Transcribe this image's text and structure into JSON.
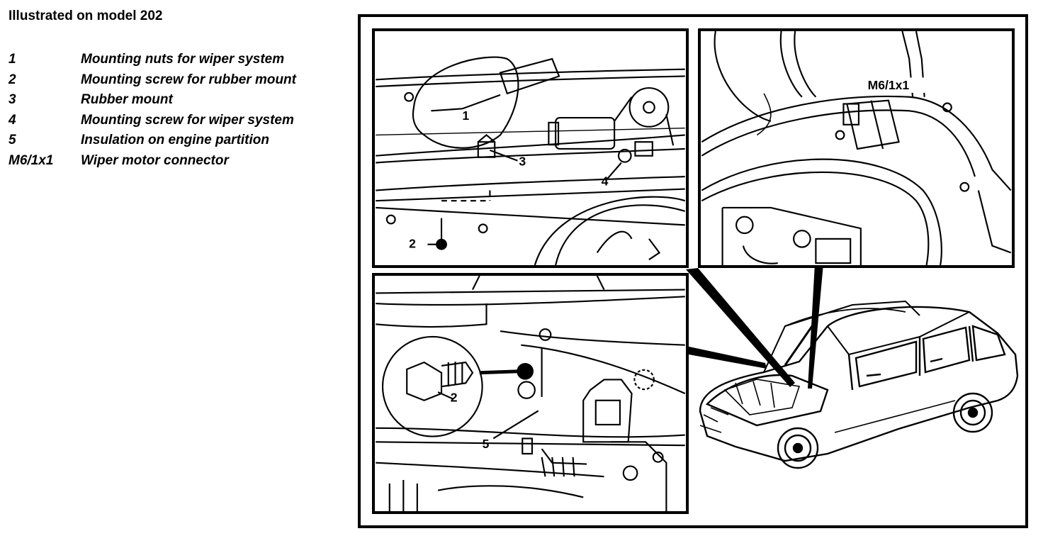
{
  "heading": "Illustrated on model 202",
  "legend": [
    {
      "num": "1",
      "text": "Mounting nuts for wiper system"
    },
    {
      "num": "2",
      "text": "Mounting screw for rubber mount"
    },
    {
      "num": "3",
      "text": "Rubber mount"
    },
    {
      "num": "4",
      "text": "Mounting screw for wiper system"
    },
    {
      "num": "5",
      "text": "Insulation on engine partition"
    },
    {
      "num": "M6/1x1",
      "text": "Wiper motor connector"
    }
  ],
  "callouts": {
    "top_left": [
      "1",
      "3",
      "4",
      "2"
    ],
    "top_right": [
      "M6/1x1"
    ],
    "bottom_left": [
      "2",
      "5"
    ]
  }
}
